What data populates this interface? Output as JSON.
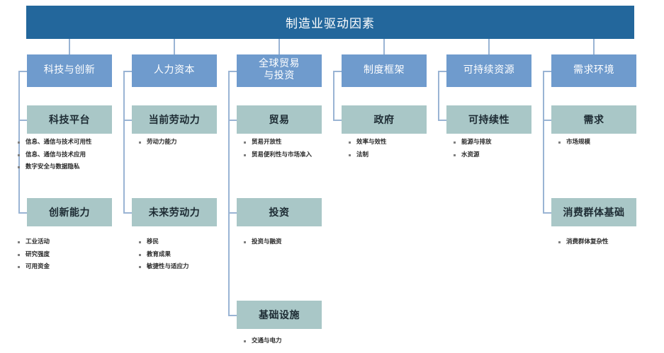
{
  "diagram": {
    "title": "制造业驱动因素",
    "colors": {
      "title_bar": "#23679c",
      "level1_box": "#6f9bcd",
      "level2_box": "#a9c7c7",
      "connector": "#9ab4d4",
      "bullet": "#808080",
      "background": "#ffffff"
    },
    "columns": [
      {
        "id": "tech-innovation",
        "label": "科技与创新",
        "groups": [
          {
            "label": "科技平台",
            "items": [
              "信息、通信与技术可用性",
              "信息、通信与技术应用",
              "数字安全与数据隐私"
            ]
          },
          {
            "label": "创新能力",
            "items": [
              "工业活动",
              "研究强度",
              "可用资金"
            ]
          }
        ]
      },
      {
        "id": "human-capital",
        "label": "人力资本",
        "groups": [
          {
            "label": "当前劳动力",
            "items": [
              "劳动力能力"
            ]
          },
          {
            "label": "未来劳动力",
            "items": [
              "移民",
              "教育成果",
              "敏捷性与适应力"
            ]
          }
        ]
      },
      {
        "id": "global-trade-investment",
        "label": "全球贸易\n与投资",
        "label_line1": "全球贸易",
        "label_line2": "与投资",
        "groups": [
          {
            "label": "贸易",
            "items": [
              "贸易开放性",
              "贸易便利性与市场准入"
            ]
          },
          {
            "label": "投资",
            "items": [
              "投资与融资"
            ]
          },
          {
            "label": "基础设施",
            "items": [
              "交通与电力"
            ]
          }
        ]
      },
      {
        "id": "institutional-framework",
        "label": "制度框架",
        "groups": [
          {
            "label": "政府",
            "items": [
              "效率与效性",
              "法制"
            ]
          }
        ]
      },
      {
        "id": "sustainable-resources",
        "label": "可持续资源",
        "groups": [
          {
            "label": "可持续性",
            "items": [
              "能源与排放",
              "水资源"
            ]
          }
        ]
      },
      {
        "id": "demand-environment",
        "label": "需求环境",
        "groups": [
          {
            "label": "需求",
            "items": [
              "市场规模"
            ]
          },
          {
            "label": "消费群体基础",
            "items": [
              "消费群体复杂性"
            ]
          }
        ]
      }
    ]
  }
}
